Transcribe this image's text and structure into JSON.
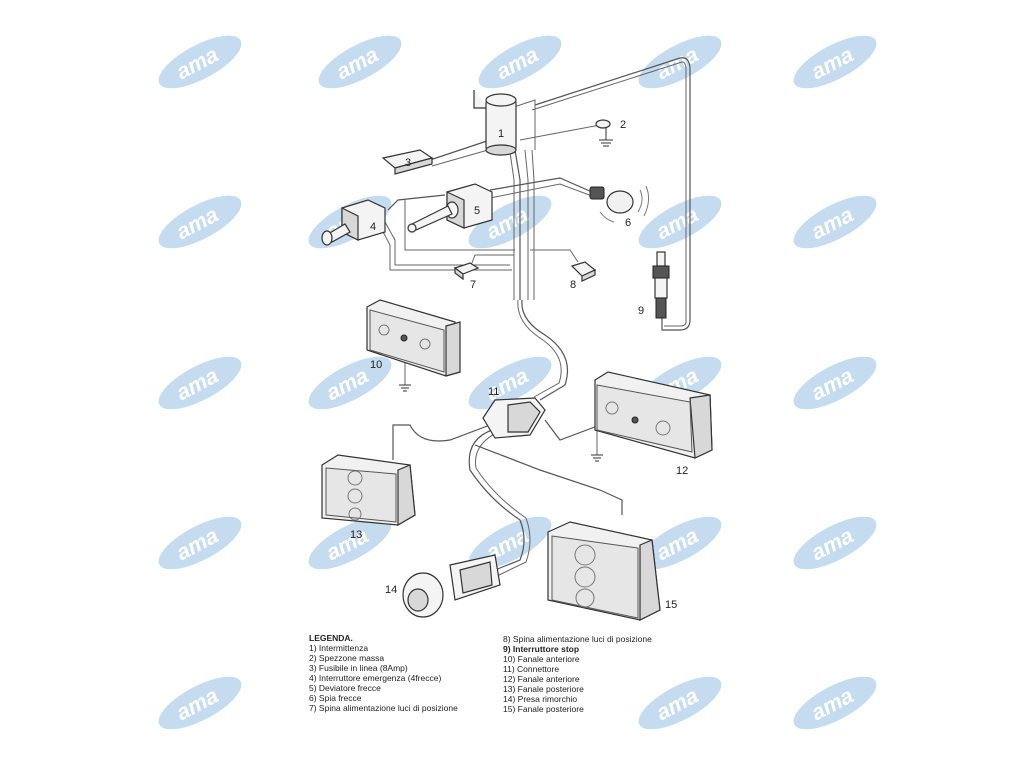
{
  "watermark": {
    "text": "ama",
    "color": "#b9d3ec"
  },
  "callouts": [
    "1",
    "2",
    "3",
    "4",
    "5",
    "6",
    "7",
    "8",
    "9",
    "10",
    "11",
    "12",
    "13",
    "14",
    "15"
  ],
  "legend": {
    "title": "LEGENDA.",
    "left_items": [
      "1) Intermittenza",
      "2) Spezzone massa",
      "3) Fusibile in linea (8Amp)",
      "4) Interruttore emergenza (4frecce)",
      "5) Deviatore frecce",
      "6) Spia frecce",
      "7) Spina  alimentazione luci di posizione"
    ],
    "right_items": [
      "8) Spina  alimentazione luci di posizione",
      "9) Interruttore stop",
      "10) Fanale anteriore",
      "11) Connettore",
      "12) Fanale anteriore",
      "13) Fanale posteriore",
      "14) Presa rimorchio",
      "15) Fanale posteriore"
    ]
  }
}
